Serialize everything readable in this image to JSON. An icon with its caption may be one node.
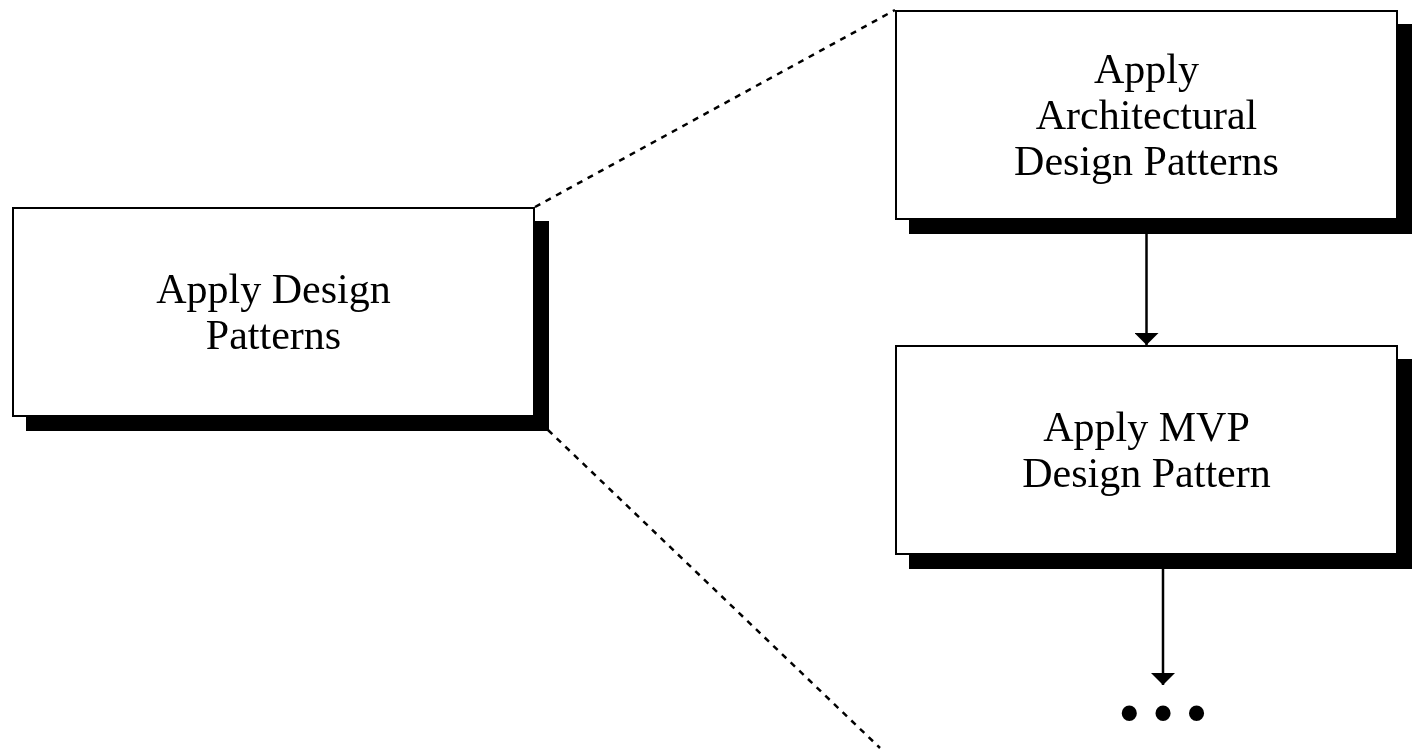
{
  "diagram": {
    "nodes": [
      {
        "text": [
          "Apply Design Patterns"
        ]
      },
      {
        "text": [
          "Apply Architectural Design Patterns"
        ]
      },
      {
        "text": [
          "Apply MVP Design Pattern"
        ]
      },
      {
        "text": [
          "• • •"
        ]
      }
    ],
    "edges": [
      {
        "from": 0,
        "to": 1,
        "arrow": "none",
        "style": "dashed"
      },
      {
        "from": 0,
        "to": null,
        "arrow": "none",
        "style": "dashed"
      },
      {
        "from": 1,
        "to": 2,
        "arrow": "to"
      },
      {
        "from": 2,
        "to": 3,
        "arrow": "to"
      }
    ]
  }
}
